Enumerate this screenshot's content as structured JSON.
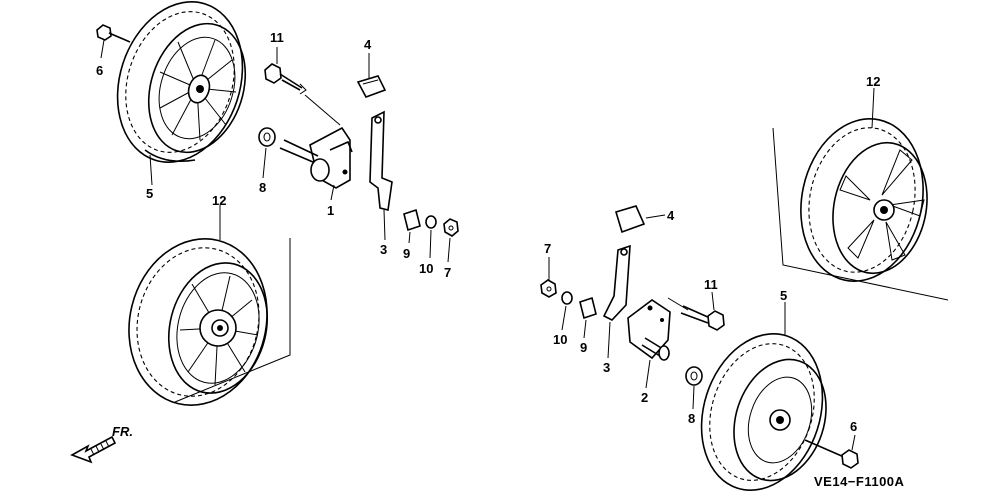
{
  "diagram_code": "VE14−F1100A",
  "direction_label": "FR.",
  "callouts": {
    "c1": "1",
    "c2": "2",
    "c3a": "3",
    "c3b": "3",
    "c4a": "4",
    "c4b": "4",
    "c5a": "5",
    "c5b": "5",
    "c6a": "6",
    "c6b": "6",
    "c7a": "7",
    "c7b": "7",
    "c8a": "8",
    "c8b": "8",
    "c9a": "9",
    "c9b": "9",
    "c10a": "10",
    "c10b": "10",
    "c11a": "11",
    "c11b": "11",
    "c12a": "12",
    "c12b": "12"
  }
}
